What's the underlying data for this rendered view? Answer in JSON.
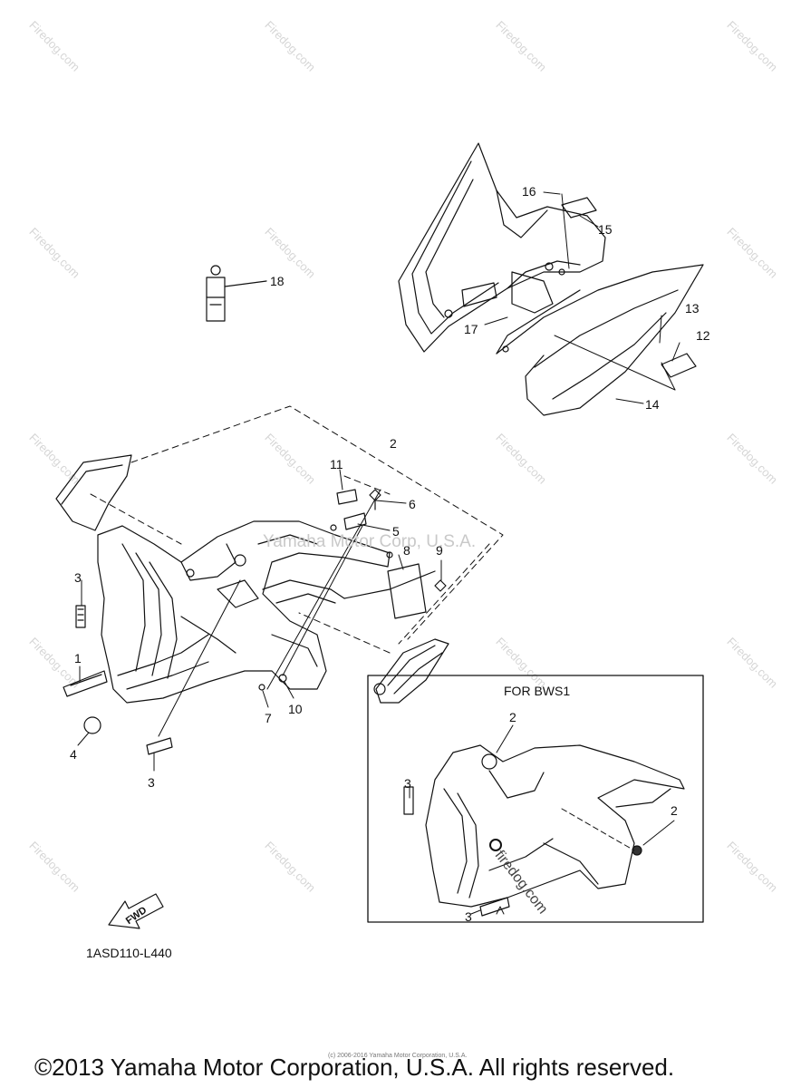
{
  "diagram": {
    "watermark": "Firedog.com",
    "overlay_credit": "Yamaha Motor Corp, U.S.A.",
    "inset_title": "FOR BWS1",
    "inset_watermark": "firedog.com",
    "drawing_code": "1ASD110-L440",
    "fwd_label": "FWD",
    "copyright_small": "(c) 2006-2016 Yamaha Motor Corporation, U.S.A.",
    "copyright": "©2013 Yamaha Motor Corporation, U.S.A. All rights reserved.",
    "callouts": {
      "c1": "1",
      "c2": "2",
      "c3a": "3",
      "c3b": "3",
      "c4": "4",
      "c5": "5",
      "c6": "6",
      "c7": "7",
      "c8": "8",
      "c9": "9",
      "c10": "10",
      "c11": "11",
      "c12": "12",
      "c13": "13",
      "c14": "14",
      "c15": "15",
      "c16": "16",
      "c17": "17",
      "c18": "18",
      "i2a": "2",
      "i2b": "2",
      "i3a": "3",
      "i3b": "3"
    }
  }
}
